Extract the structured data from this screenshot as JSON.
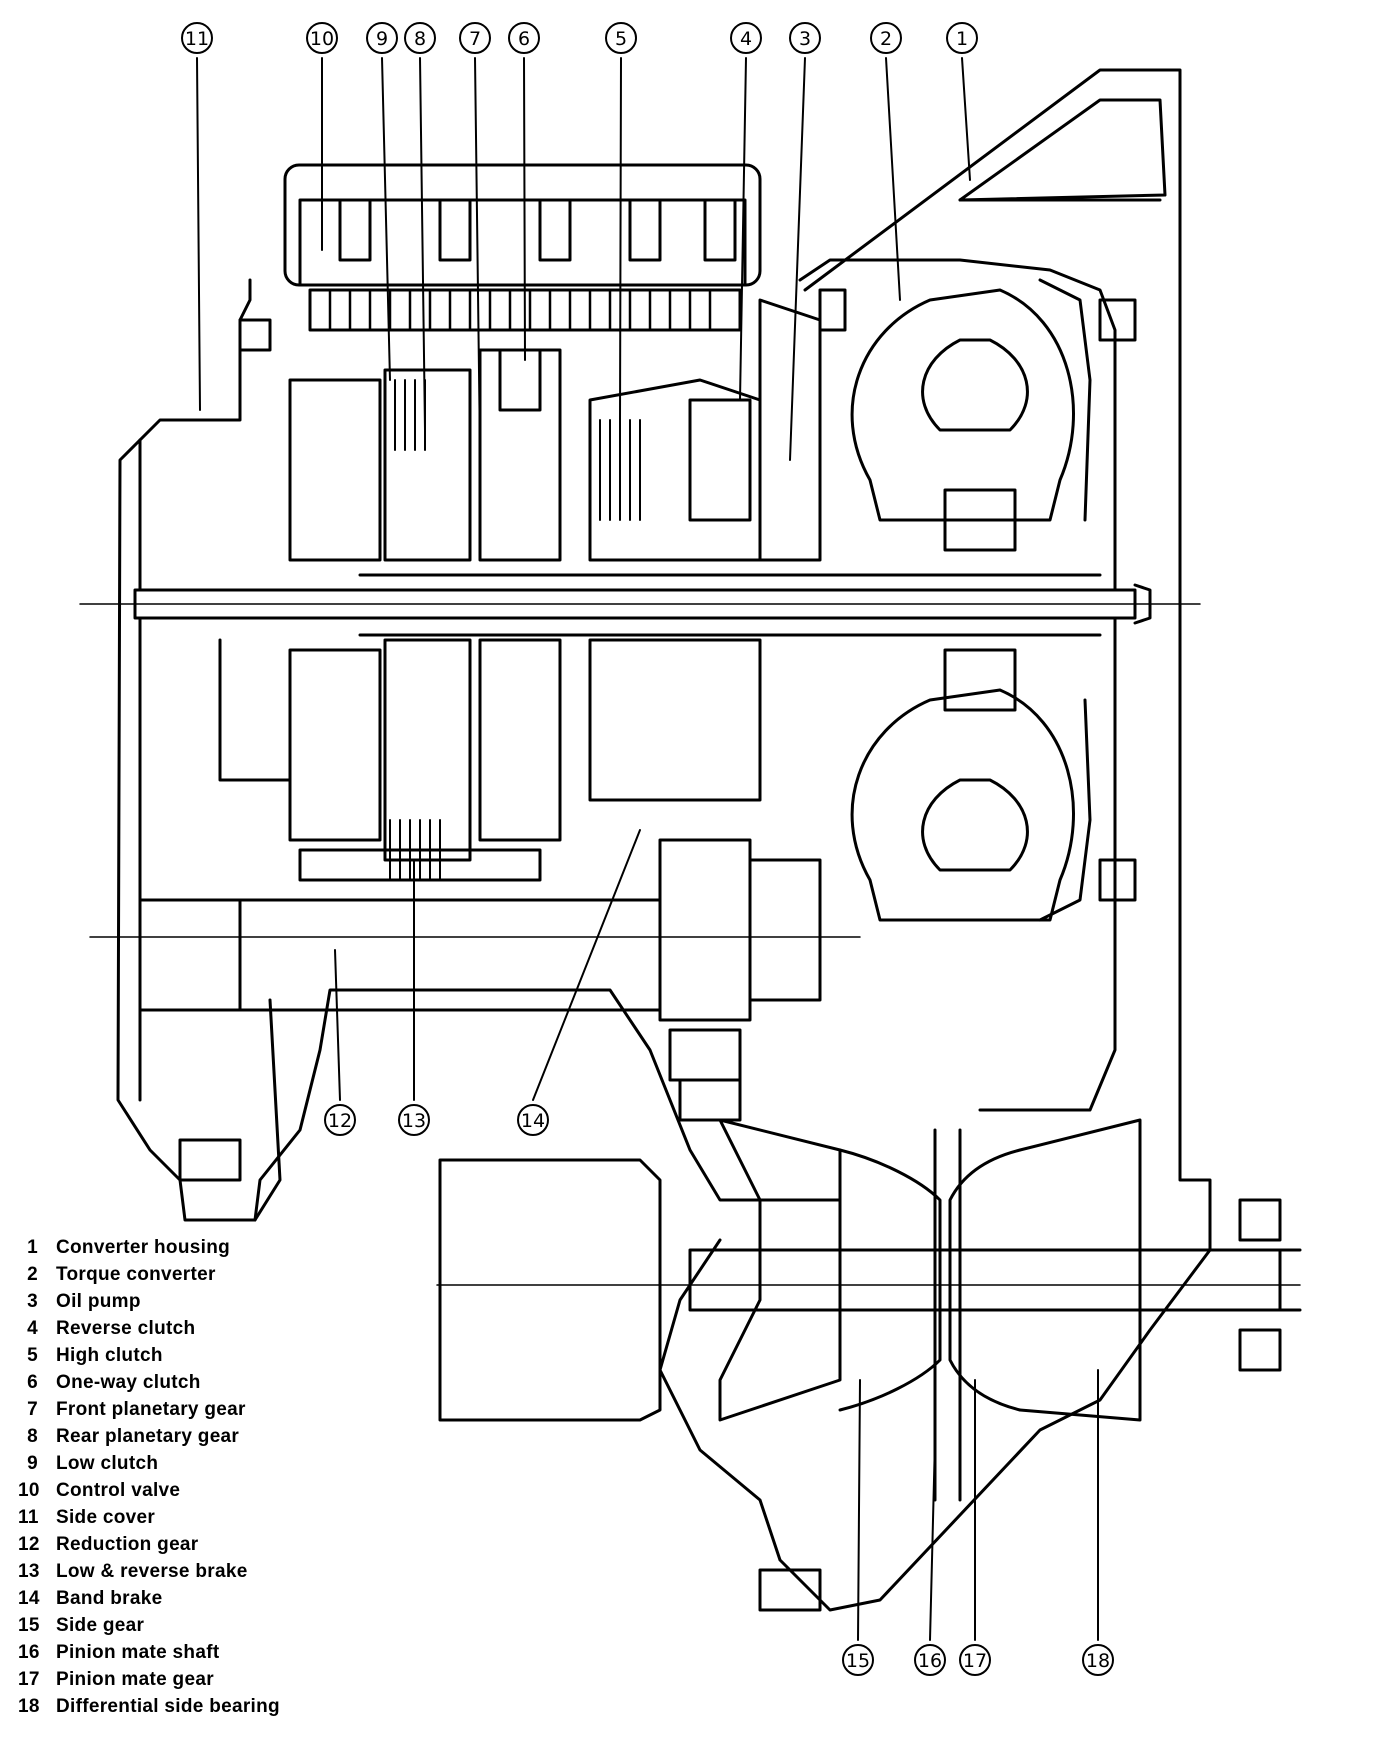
{
  "legend": [
    {
      "num": "1",
      "label": "Converter housing"
    },
    {
      "num": "2",
      "label": "Torque converter"
    },
    {
      "num": "3",
      "label": "Oil pump"
    },
    {
      "num": "4",
      "label": "Reverse clutch"
    },
    {
      "num": "5",
      "label": "High clutch"
    },
    {
      "num": "6",
      "label": "One-way clutch"
    },
    {
      "num": "7",
      "label": "Front planetary gear"
    },
    {
      "num": "8",
      "label": "Rear planetary gear"
    },
    {
      "num": "9",
      "label": "Low clutch"
    },
    {
      "num": "10",
      "label": "Control valve"
    },
    {
      "num": "11",
      "label": "Side cover"
    },
    {
      "num": "12",
      "label": "Reduction gear"
    },
    {
      "num": "13",
      "label": "Low & reverse brake"
    },
    {
      "num": "14",
      "label": "Band brake"
    },
    {
      "num": "15",
      "label": "Side gear"
    },
    {
      "num": "16",
      "label": "Pinion mate shaft"
    },
    {
      "num": "17",
      "label": "Pinion mate gear"
    },
    {
      "num": "18",
      "label": "Differential side bearing"
    }
  ],
  "callouts": [
    "11",
    "10",
    "9",
    "8",
    "7",
    "6",
    "5",
    "4",
    "3",
    "2",
    "1",
    "12",
    "13",
    "14",
    "15",
    "16",
    "17",
    "18"
  ]
}
